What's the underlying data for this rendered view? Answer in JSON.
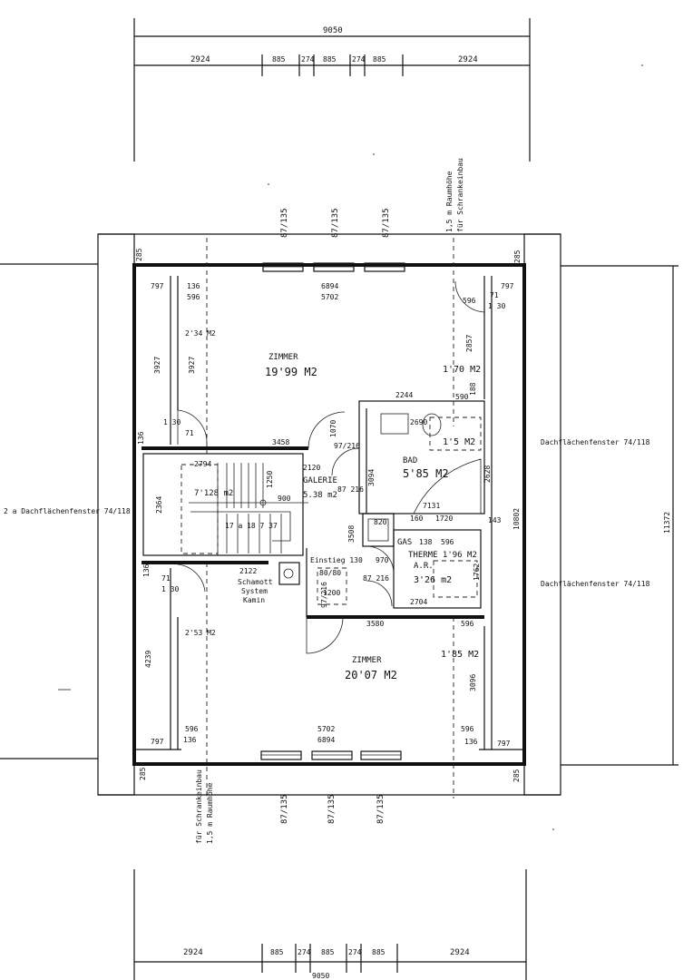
{
  "dimensions": {
    "overall_width": "9050",
    "outer_segment": "2924",
    "window_width": "885",
    "pier": "274",
    "overall_depth": "10802",
    "outer_depth": "11372",
    "corner": "285",
    "kniestock_left": "797",
    "kniestock_right": "797",
    "inner_top_a": "6894",
    "inner_top_b": "5702",
    "inner_bottom_a": "5702",
    "inner_bottom_b": "6894",
    "n136": "136",
    "n596": "596",
    "n71": "71",
    "n130": "1 30",
    "n3927": "3927",
    "n4239": "4239",
    "n2857": "2857",
    "n3096": "3096",
    "n188": "188",
    "n590": "590",
    "n2244": "2244",
    "n2690": "2690",
    "n1070": "1070",
    "n216": "97/216",
    "n3458": "3458",
    "n2794": "2794",
    "n1250": "1250",
    "n900": "900",
    "n2364": "2364",
    "n3094": "3094",
    "n3508": "3508",
    "n820": "820",
    "n970": "970",
    "n3580": "3580",
    "n2704": "2704",
    "n1762": "1762",
    "n2628": "2628",
    "n143": "143",
    "n7131": "7131",
    "n1720": "1720",
    "n160": "160",
    "n2122": "2122",
    "stair_steps": "17 a 18 7 37",
    "stair_area": "7'128 m2",
    "window_label": "87/135",
    "door_87_216": "87 216"
  },
  "rooms": {
    "zimmer_top": "ZIMMER",
    "zimmer_top_area": "19'99 M2",
    "zimmer_top_sub": "2'34 M2",
    "zimmer_top_right": "1'70 M2",
    "galerie_nr": "2120",
    "galerie": "GALERIE",
    "galerie_area": "5.38 m2",
    "bad": "BAD",
    "bad_area": "5'85 M2",
    "bad_sub": "1'5 M2",
    "gas": "GAS",
    "therme": "THERME 1'96 M2",
    "ar": "A.R.",
    "ar_area": "3'26 m2",
    "einstieg": "Einstieg 130",
    "einstieg_size": "80/80",
    "einstieg_h": "1200",
    "kamin_nr": "2122",
    "kamin1": "Schamott",
    "kamin2": "System",
    "kamin3": "Kamin",
    "zimmer_bottom": "ZIMMER",
    "zimmer_bottom_area": "20'07 M2",
    "zimmer_bottom_sub": "2'53 M2",
    "zimmer_bottom_right": "1'85 M2",
    "sub_596": "596",
    "sub_130": "138"
  },
  "labels": {
    "roof_window_right_top": "Dachflächenfenster 74/118",
    "roof_window_right_bottom": "Dachflächenfenster 74/118",
    "roof_window_left": "2 a  Dachflächenfenster 74/118",
    "schrank_top": "1,5 m Raumhöhe",
    "schrank_top2": "für Schrankeinbau",
    "schrank_bottom": "für Schrankeinbau",
    "schrank_bottom2": "1,5 m Raumhöhe"
  }
}
